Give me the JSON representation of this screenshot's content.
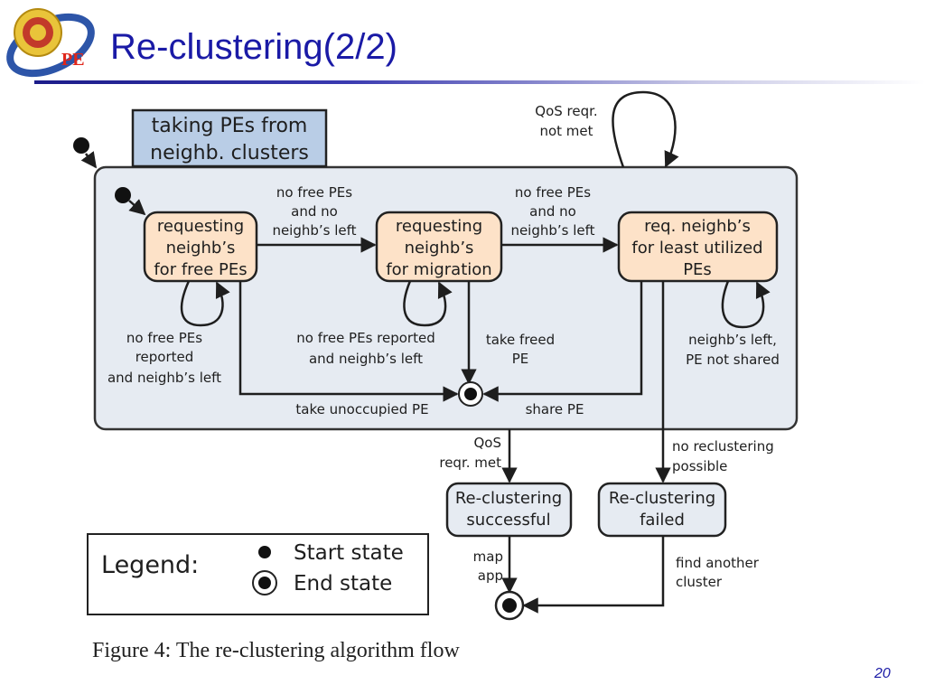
{
  "slide": {
    "title": "Re-clustering(2/2)",
    "page_number": "20",
    "logo_text": "PE"
  },
  "figure": {
    "caption": "Figure 4: The re-clustering algorithm flow",
    "superstate_label": [
      "taking PEs from",
      "neighb. clusters"
    ],
    "states": {
      "requesting_free": [
        "requesting",
        "neighb’s",
        "for free PEs"
      ],
      "requesting_migration": [
        "requesting",
        "neighb’s",
        "for migration"
      ],
      "req_least_utilized": [
        "req. neighb’s",
        "for least utilized",
        "PEs"
      ],
      "success": [
        "Re-clustering",
        "successful"
      ],
      "failed": [
        "Re-clustering",
        "failed"
      ]
    },
    "transitions": {
      "qos_not_met": [
        "QoS reqr.",
        "not met"
      ],
      "free_to_migration": [
        "no free PEs",
        "and no",
        "neighb’s left"
      ],
      "migration_to_least": [
        "no free PEs",
        "and no",
        "neighb’s left"
      ],
      "free_self_loop": [
        "no free PEs",
        "reported",
        "and neighb’s left"
      ],
      "migration_self_loop": [
        "no free PEs reported",
        "and neighb’s left"
      ],
      "take_freed": [
        "take freed",
        "PE"
      ],
      "least_self_loop": [
        "neighb’s left,",
        "PE not shared"
      ],
      "take_unoccupied": "take unoccupied PE",
      "share_pe": "share PE",
      "qos_met": [
        "QoS",
        "reqr. met"
      ],
      "no_reclustering": [
        "no reclustering",
        "possible"
      ],
      "map_app": [
        "map",
        "app"
      ],
      "find_another": [
        "find another",
        "cluster"
      ]
    },
    "legend": {
      "title": "Legend:",
      "start_label": "Start state",
      "end_label": "End state"
    }
  }
}
